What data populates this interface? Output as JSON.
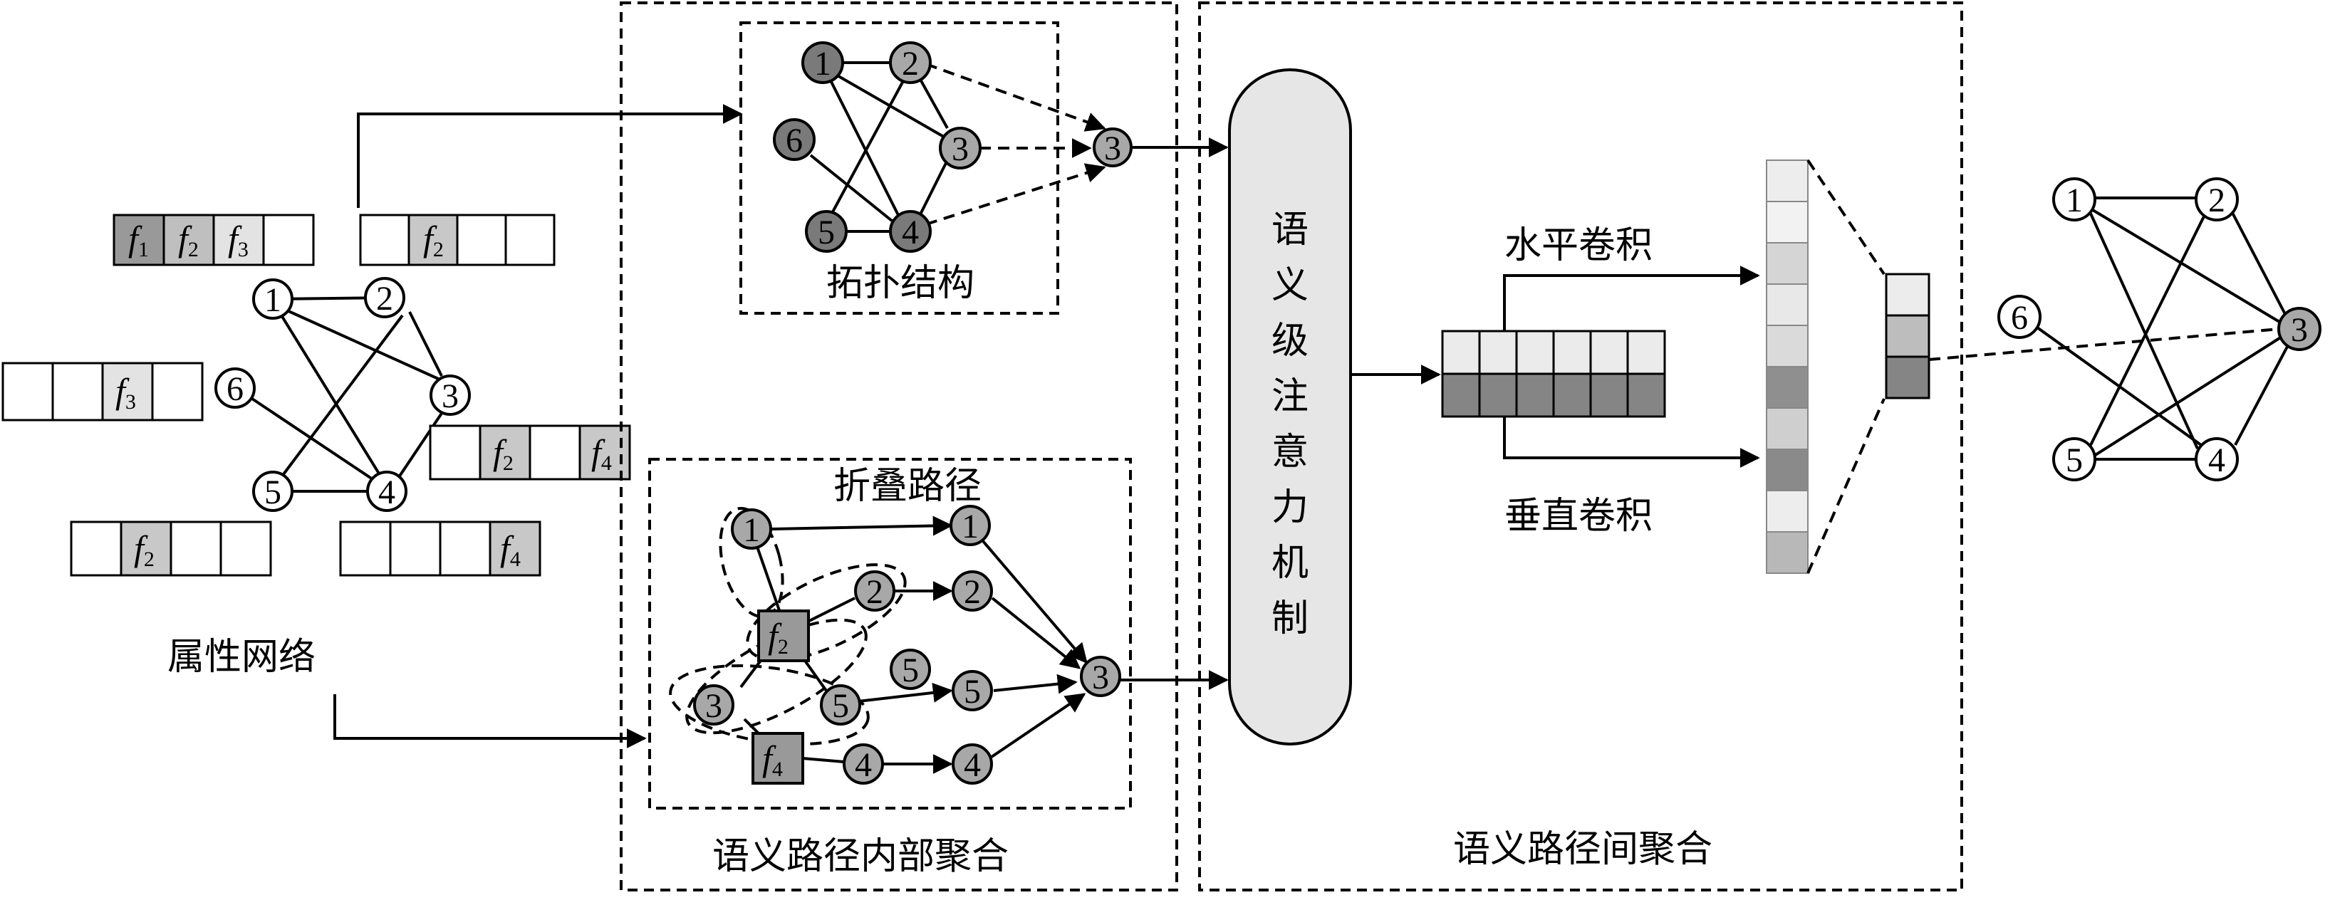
{
  "labels": {
    "attribute_network": "属性网络",
    "topology": "拓扑结构",
    "folded_path": "折叠路径",
    "intra_path_aggregation": "语义路径内部聚合",
    "inter_path_aggregation": "语义路径间聚合",
    "attention_mechanism": "语义级注意力机制",
    "horizontal_conv": "水平卷积",
    "vertical_conv": "垂直卷积"
  },
  "nodes": {
    "n1": "1",
    "n2": "2",
    "n3": "3",
    "n4": "4",
    "n5": "5",
    "n6": "6"
  },
  "features": {
    "f_letter": "f",
    "s1": "1",
    "s2": "2",
    "s3": "3",
    "s4": "4"
  },
  "colors": {
    "dark_node": "#7a7a7a",
    "mid_node": "#a8a8a8",
    "light_cell": "#d9d9d9",
    "attention_fill": "#e6e6e6",
    "dark_cell": "#858585"
  }
}
